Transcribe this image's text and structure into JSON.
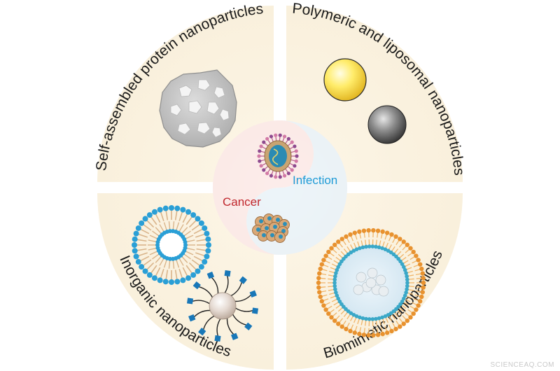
{
  "quadrants": {
    "top_left": {
      "label": "Self-assembled protein nanoparticles",
      "icon": "protein-cage-icon"
    },
    "top_right": {
      "label": "Polymeric and liposomal nanoparticles",
      "icon": "sphere-icon"
    },
    "bottom_left": {
      "label": "Inorganic nanoparticles",
      "icon": "micelle-icon"
    },
    "bottom_right": {
      "label": "Biomimetic nanoparticles",
      "icon": "membrane-vesicle-icon"
    }
  },
  "center": {
    "cancer_label": "Cancer",
    "infection_label": "Infection",
    "cancer_color": "#c0272d",
    "infection_color": "#1f9bd6"
  },
  "watermark": "SCIENCEAQ.COM",
  "colors": {
    "quadrant_fill": "#fbf3e2",
    "blue_bead": "#2a9fd6",
    "orange_bead": "#e8922f",
    "tail": "#d9b48a"
  }
}
